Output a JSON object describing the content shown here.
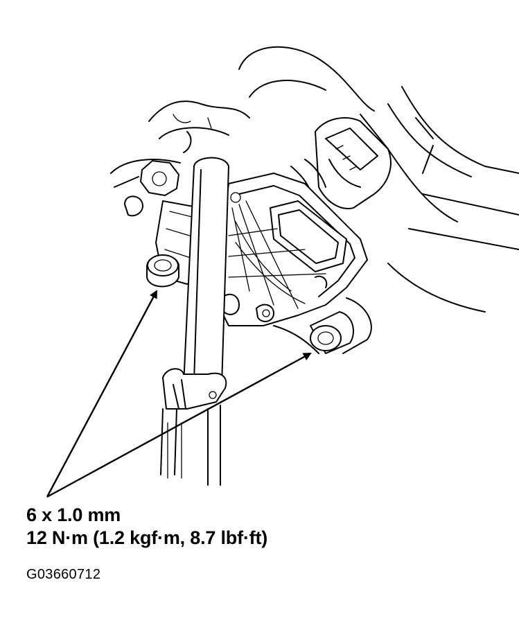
{
  "callout": {
    "line1": "6 x 1.0 mm",
    "line2": "12 N·m (1.2 kgf·m, 8.7 lbf·ft)"
  },
  "figure_id": "G03660712",
  "colors": {
    "ink": "#000000",
    "paper": "#ffffff"
  }
}
